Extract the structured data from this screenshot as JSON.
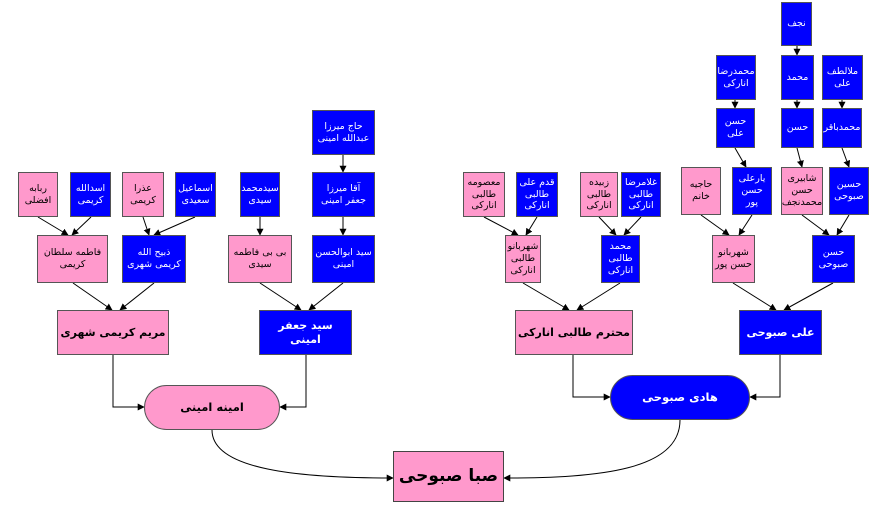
{
  "root": {
    "label": "صبا صبوحی",
    "color": "#ff99cc"
  },
  "mother": {
    "label": "امینه امینی",
    "color": "#ff99cc"
  },
  "father": {
    "label": "هادی صبوحی",
    "color": "#0000ff"
  },
  "grandparents": {
    "mm": "مریم کریمی شهری",
    "mf": "سید جعفر امینی",
    "fm": "محترم طالبی انارکی",
    "ff": "علی صبوحی"
  },
  "great_grandparents": {
    "mmm": "فاطمه سلطان کریمی",
    "mmf": "ذبیح الله کریمی شهری",
    "mfm": "بی بی فاطمه سیدی",
    "mff": "سید ابوالحسن امینی",
    "fmm": "شهربانو طالبی انارکی",
    "fmf": "محمد طالبی انارکی",
    "ffm": "شهربانو حسن پور",
    "fff": "حسن صبوحی"
  },
  "gg_grandparents": {
    "g1": "ربابه افضلی",
    "g2": "اسدالله کریمی",
    "g3": "عذرا کریمی",
    "g4": "اسماعیل سعیدی",
    "g5": "سیدمحمد سیدی",
    "g6": "آقا میرزا جعفر امینی",
    "g7": "معصومه طالبی انارکی",
    "g8": "قدم علی طالبی انارکی",
    "g9": "زبیده طالبی انارکی",
    "g10": "غلامرضا طالبی انارکی",
    "g11": "حاجیه خانم",
    "g12": "یارعلی حسن پور",
    "g13": "شابیری حسن محمدنجف",
    "g14": "حسین صبوحی"
  },
  "upper": {
    "u1": "حاج میرزا عبدالله امینی",
    "u2": "حسن علی",
    "u3": "حسن",
    "u4": "محمدباقر",
    "u5": "محمدرضا انارکی",
    "u6": "محمد",
    "u7": "ملالطف علی",
    "u8": "نجف"
  }
}
